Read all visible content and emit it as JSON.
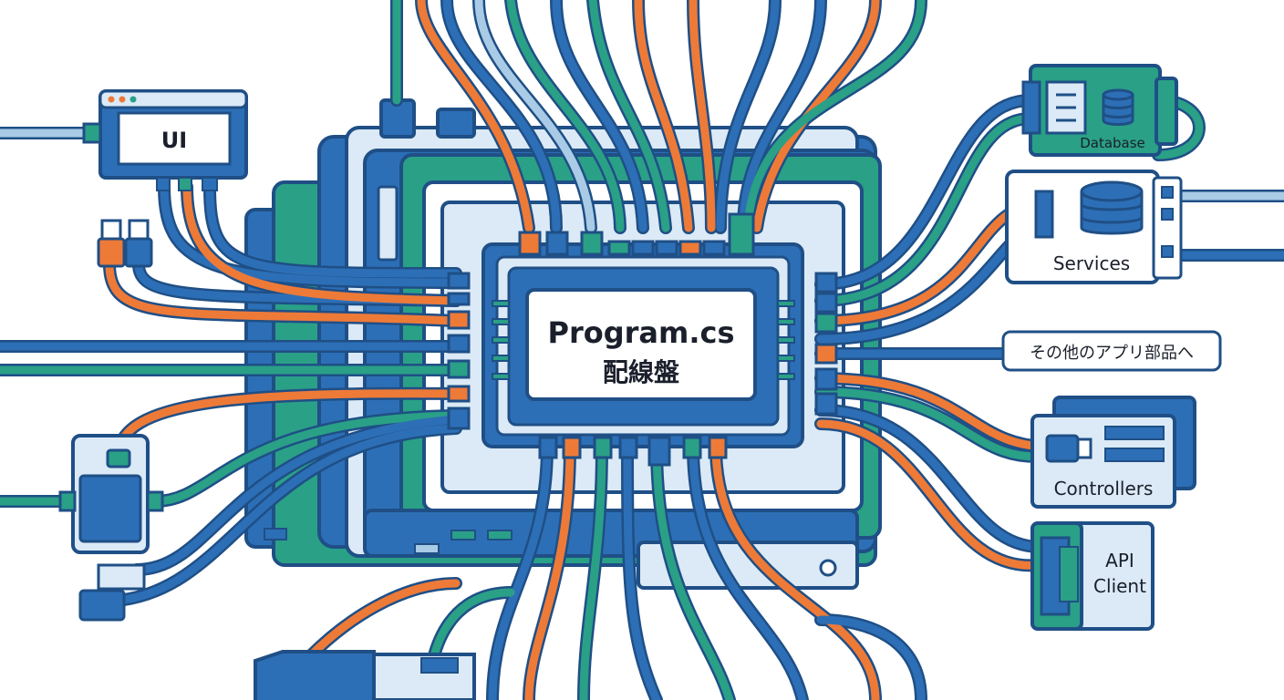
{
  "center": {
    "title": "Program.cs",
    "subtitle": "配線盤"
  },
  "modules": {
    "ui": "UI",
    "database": "Database",
    "services": "Services",
    "other_parts": "その他のアプリ部品へ",
    "controllers": "Controllers",
    "api_client_line1": "API",
    "api_client_line2": "Client"
  },
  "colors": {
    "blue": "#2d6fb6",
    "green": "#2aa087",
    "orange": "#ee7a38",
    "light_blue": "#dbeaf6",
    "outline": "#1f4f86",
    "pale_blue": "#a9cbe6"
  }
}
